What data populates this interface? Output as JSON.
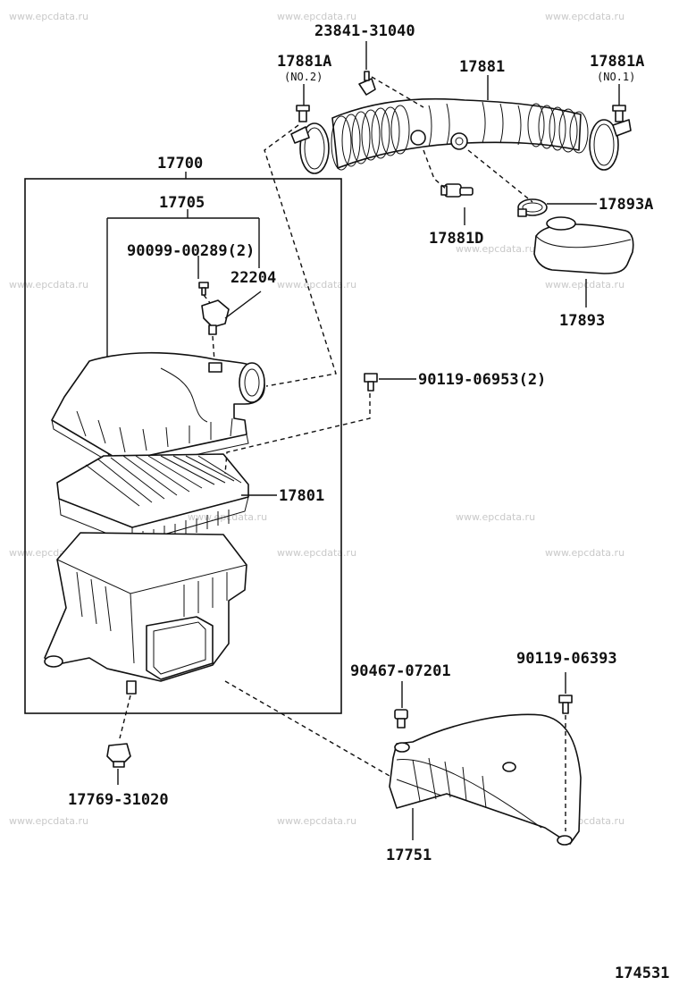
{
  "watermark_text": "www.epcdata.ru",
  "figure_number": "174531",
  "callouts": {
    "p23841_31040": "23841-31040",
    "p17881": "17881",
    "p17881A_no2": "17881A",
    "p17881A_no2_sub": "(NO.2)",
    "p17881A_no1": "17881A",
    "p17881A_no1_sub": "(NO.1)",
    "p17893A": "17893A",
    "p17881D": "17881D",
    "p17893": "17893",
    "p17700": "17700",
    "p17705": "17705",
    "p90099_00289": "90099-00289(2)",
    "p22204": "22204",
    "p90119_06953": "90119-06953(2)",
    "p17801": "17801",
    "p90467_07201": "90467-07201",
    "p90119_06393": "90119-06393",
    "p17769_31020": "17769-31020",
    "p17751": "17751"
  }
}
